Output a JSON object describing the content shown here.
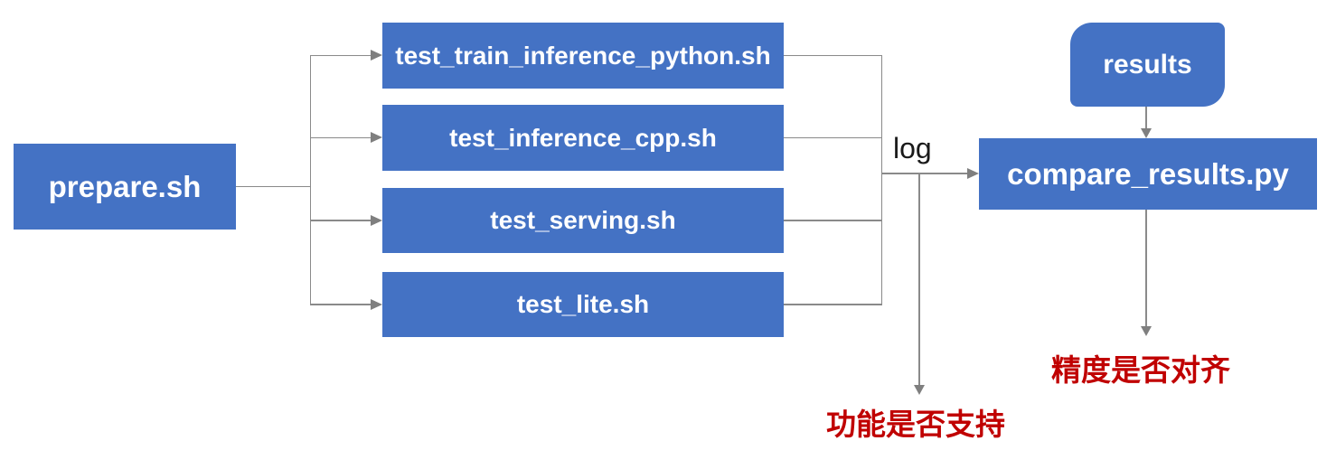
{
  "diagram": {
    "nodes": {
      "prepare": {
        "label": "prepare.sh"
      },
      "tests": [
        {
          "label": "test_train_inference_python.sh"
        },
        {
          "label": "test_inference_cpp.sh"
        },
        {
          "label": "test_serving.sh"
        },
        {
          "label": "test_lite.sh"
        }
      ],
      "results": {
        "label": "results"
      },
      "compare": {
        "label": "compare_results.py"
      }
    },
    "edge_labels": {
      "log": "log"
    },
    "annotations": {
      "function_support": {
        "label": "功能是否支持"
      },
      "precision_alignment": {
        "label": "精度是否对齐"
      }
    },
    "colors": {
      "node_fill": "#4472C4",
      "node_text": "#FFFFFF",
      "connector": "#8A8A8A",
      "arrowhead": "#7F7F7F",
      "annotation_text": "#C00000",
      "edge_label_text": "#1A1A1A",
      "background": "#FFFFFF"
    }
  }
}
